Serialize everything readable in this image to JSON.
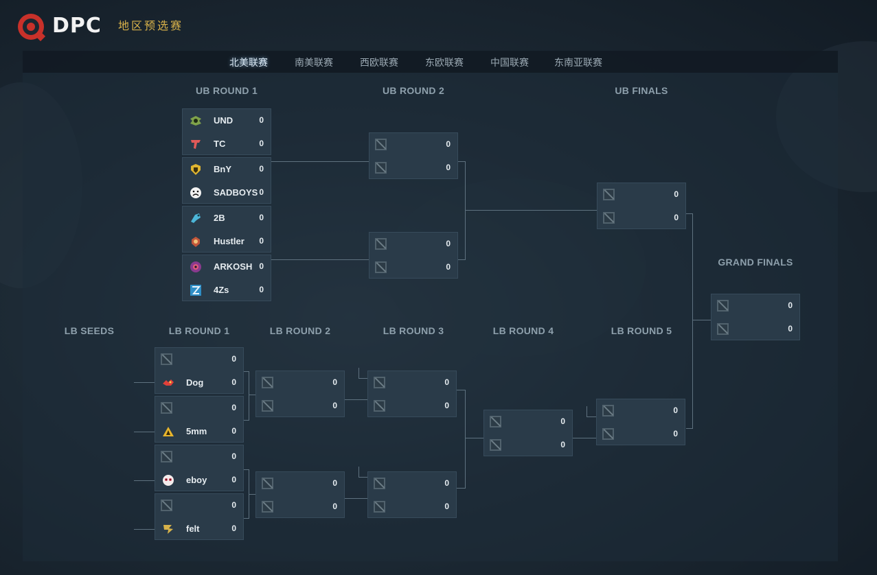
{
  "header": {
    "logo_text": "DPC",
    "subtitle": "地区预选赛",
    "brand_color": "#d9b24a"
  },
  "tabs": [
    {
      "label": "北美联赛",
      "active": true
    },
    {
      "label": "南美联赛",
      "active": false
    },
    {
      "label": "西欧联赛",
      "active": false
    },
    {
      "label": "东欧联赛",
      "active": false
    },
    {
      "label": "中国联赛",
      "active": false
    },
    {
      "label": "东南亚联赛",
      "active": false
    }
  ],
  "rounds": {
    "ub_round_1": "UB ROUND 1",
    "ub_round_2": "UB ROUND 2",
    "ub_finals": "UB FINALS",
    "grand_finals": "GRAND FINALS",
    "lb_seeds": "LB SEEDS",
    "lb_round_1": "LB ROUND 1",
    "lb_round_2": "LB ROUND 2",
    "lb_round_3": "LB ROUND 3",
    "lb_round_4": "LB ROUND 4",
    "lb_round_5": "LB ROUND 5"
  },
  "matches": {
    "ub1_m1": [
      {
        "name": "UND",
        "score": "0",
        "icon": "und-logo"
      },
      {
        "name": "TC",
        "score": "0",
        "icon": "tc-logo"
      }
    ],
    "ub1_m2": [
      {
        "name": "BnY",
        "score": "0",
        "icon": "bny-logo"
      },
      {
        "name": "SADBOYS",
        "score": "0",
        "icon": "sadboys-logo"
      }
    ],
    "ub1_m3": [
      {
        "name": "2B",
        "score": "0",
        "icon": "2b-logo"
      },
      {
        "name": "Hustler",
        "score": "0",
        "icon": "hustler-logo"
      }
    ],
    "ub1_m4": [
      {
        "name": "ARKOSH",
        "score": "0",
        "icon": "arkosh-logo"
      },
      {
        "name": "4Zs",
        "score": "0",
        "icon": "4zs-logo"
      }
    ],
    "ub2_m1": [
      {
        "name": "",
        "score": "0",
        "icon": "dota-placeholder"
      },
      {
        "name": "",
        "score": "0",
        "icon": "dota-placeholder"
      }
    ],
    "ub2_m2": [
      {
        "name": "",
        "score": "0",
        "icon": "dota-placeholder"
      },
      {
        "name": "",
        "score": "0",
        "icon": "dota-placeholder"
      }
    ],
    "ubf_m1": [
      {
        "name": "",
        "score": "0",
        "icon": "dota-placeholder"
      },
      {
        "name": "",
        "score": "0",
        "icon": "dota-placeholder"
      }
    ],
    "gf_m1": [
      {
        "name": "",
        "score": "0",
        "icon": "dota-placeholder"
      },
      {
        "name": "",
        "score": "0",
        "icon": "dota-placeholder"
      }
    ],
    "lb1_m1": [
      {
        "name": "",
        "score": "0",
        "icon": "dota-placeholder"
      },
      {
        "name": "Dog",
        "score": "0",
        "icon": "dog-logo"
      }
    ],
    "lb1_m2": [
      {
        "name": "",
        "score": "0",
        "icon": "dota-placeholder"
      },
      {
        "name": "5mm",
        "score": "0",
        "icon": "5mm-logo"
      }
    ],
    "lb1_m3": [
      {
        "name": "",
        "score": "0",
        "icon": "dota-placeholder"
      },
      {
        "name": "eboy",
        "score": "0",
        "icon": "eboy-logo"
      }
    ],
    "lb1_m4": [
      {
        "name": "",
        "score": "0",
        "icon": "dota-placeholder"
      },
      {
        "name": "felt",
        "score": "0",
        "icon": "felt-logo"
      }
    ],
    "lb2_m1": [
      {
        "name": "",
        "score": "0",
        "icon": "dota-placeholder"
      },
      {
        "name": "",
        "score": "0",
        "icon": "dota-placeholder"
      }
    ],
    "lb2_m2": [
      {
        "name": "",
        "score": "0",
        "icon": "dota-placeholder"
      },
      {
        "name": "",
        "score": "0",
        "icon": "dota-placeholder"
      }
    ],
    "lb3_m1": [
      {
        "name": "",
        "score": "0",
        "icon": "dota-placeholder"
      },
      {
        "name": "",
        "score": "0",
        "icon": "dota-placeholder"
      }
    ],
    "lb3_m2": [
      {
        "name": "",
        "score": "0",
        "icon": "dota-placeholder"
      },
      {
        "name": "",
        "score": "0",
        "icon": "dota-placeholder"
      }
    ],
    "lb4_m1": [
      {
        "name": "",
        "score": "0",
        "icon": "dota-placeholder"
      },
      {
        "name": "",
        "score": "0",
        "icon": "dota-placeholder"
      }
    ],
    "lb5_m1": [
      {
        "name": "",
        "score": "0",
        "icon": "dota-placeholder"
      },
      {
        "name": "",
        "score": "0",
        "icon": "dota-placeholder"
      }
    ]
  }
}
